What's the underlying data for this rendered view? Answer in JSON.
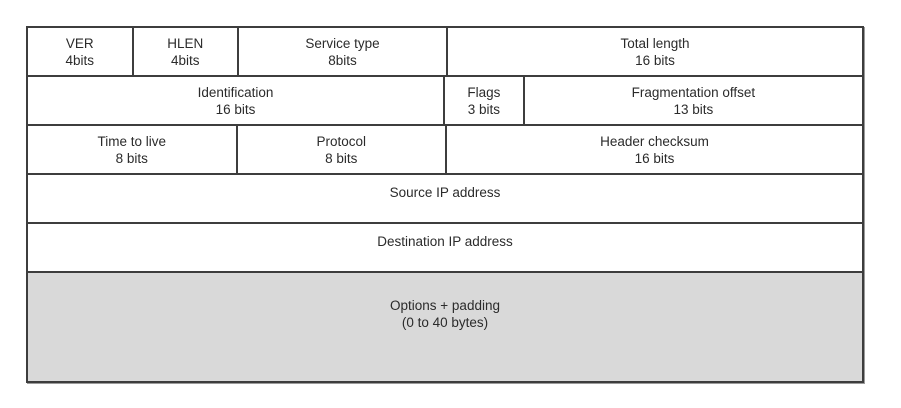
{
  "diagram": {
    "rows": [
      {
        "cells": [
          {
            "label": "VER",
            "bits": "4bits"
          },
          {
            "label": "HLEN",
            "bits": "4bits"
          },
          {
            "label": "Service type",
            "bits": "8bits"
          },
          {
            "label": "Total length",
            "bits": "16 bits"
          }
        ]
      },
      {
        "cells": [
          {
            "label": "Identification",
            "bits": "16 bits"
          },
          {
            "label": "Flags",
            "bits": "3 bits"
          },
          {
            "label": "Fragmentation offset",
            "bits": "13 bits"
          }
        ]
      },
      {
        "cells": [
          {
            "label": "Time to live",
            "bits": "8 bits"
          },
          {
            "label": "Protocol",
            "bits": "8 bits"
          },
          {
            "label": "Header checksum",
            "bits": "16 bits"
          }
        ]
      },
      {
        "cells": [
          {
            "label": "Source IP address"
          }
        ]
      },
      {
        "cells": [
          {
            "label": "Destination IP address"
          }
        ]
      },
      {
        "cells": [
          {
            "label": "Options + padding",
            "bits": "(0 to 40 bytes)"
          }
        ]
      }
    ],
    "colors": {
      "border": "#3d3d3d",
      "cell_background": "#ffffff",
      "options_background": "#d9d9d9",
      "text": "#2b2b2b"
    }
  }
}
